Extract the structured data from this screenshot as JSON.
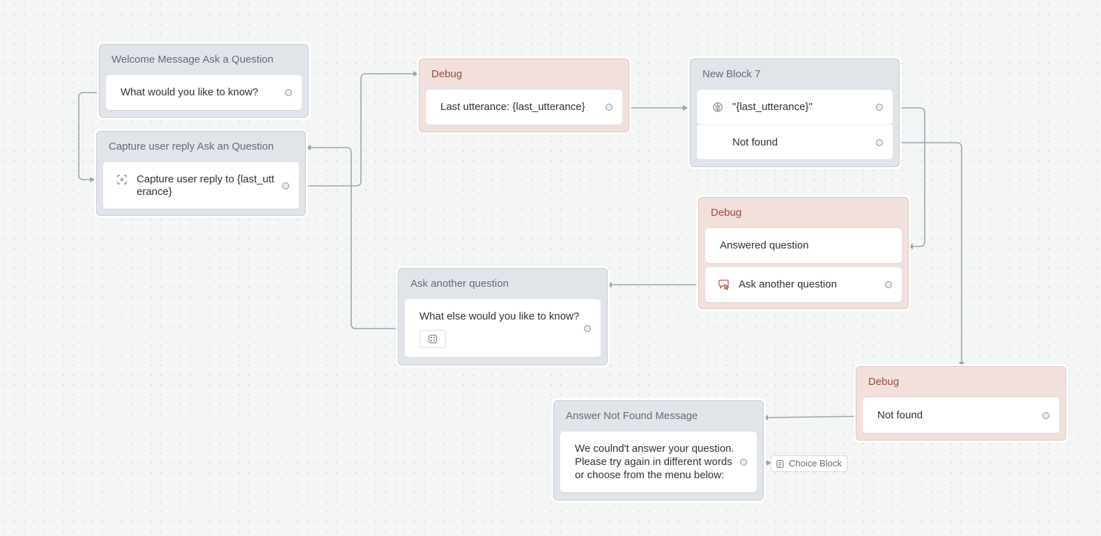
{
  "blocks": {
    "welcome": {
      "title": "Welcome Message Ask a Question",
      "step": "What would you like to know?"
    },
    "capture": {
      "title": "Capture user reply Ask an Question",
      "step_line1": "Capture user reply to {last_utt",
      "step_line2": "erance}"
    },
    "debug_top": {
      "title": "Debug",
      "step": "Last utterance: {last_utterance}"
    },
    "new_block": {
      "title": "New Block 7",
      "step_match": "\"{last_utterance}\"",
      "step_else": "Not found"
    },
    "debug_mid": {
      "title": "Debug",
      "step_answered": "Answered question",
      "step_ask": "Ask another question"
    },
    "ask_another": {
      "title": "Ask another question",
      "step": "What else would you like to know?"
    },
    "debug_bottom": {
      "title": "Debug",
      "step": "Not found"
    },
    "not_found": {
      "title": "Answer Not Found Message",
      "line1": "We coulnd't answer your question.",
      "line2": "Please try again in different words",
      "line3": "or choose from the menu below:"
    }
  },
  "chip": {
    "label": "Choice Block"
  },
  "colors": {
    "wire": "#9aa4b0",
    "debug_bg": "#f1e0dc",
    "block_bg": "#e1e5ea"
  }
}
